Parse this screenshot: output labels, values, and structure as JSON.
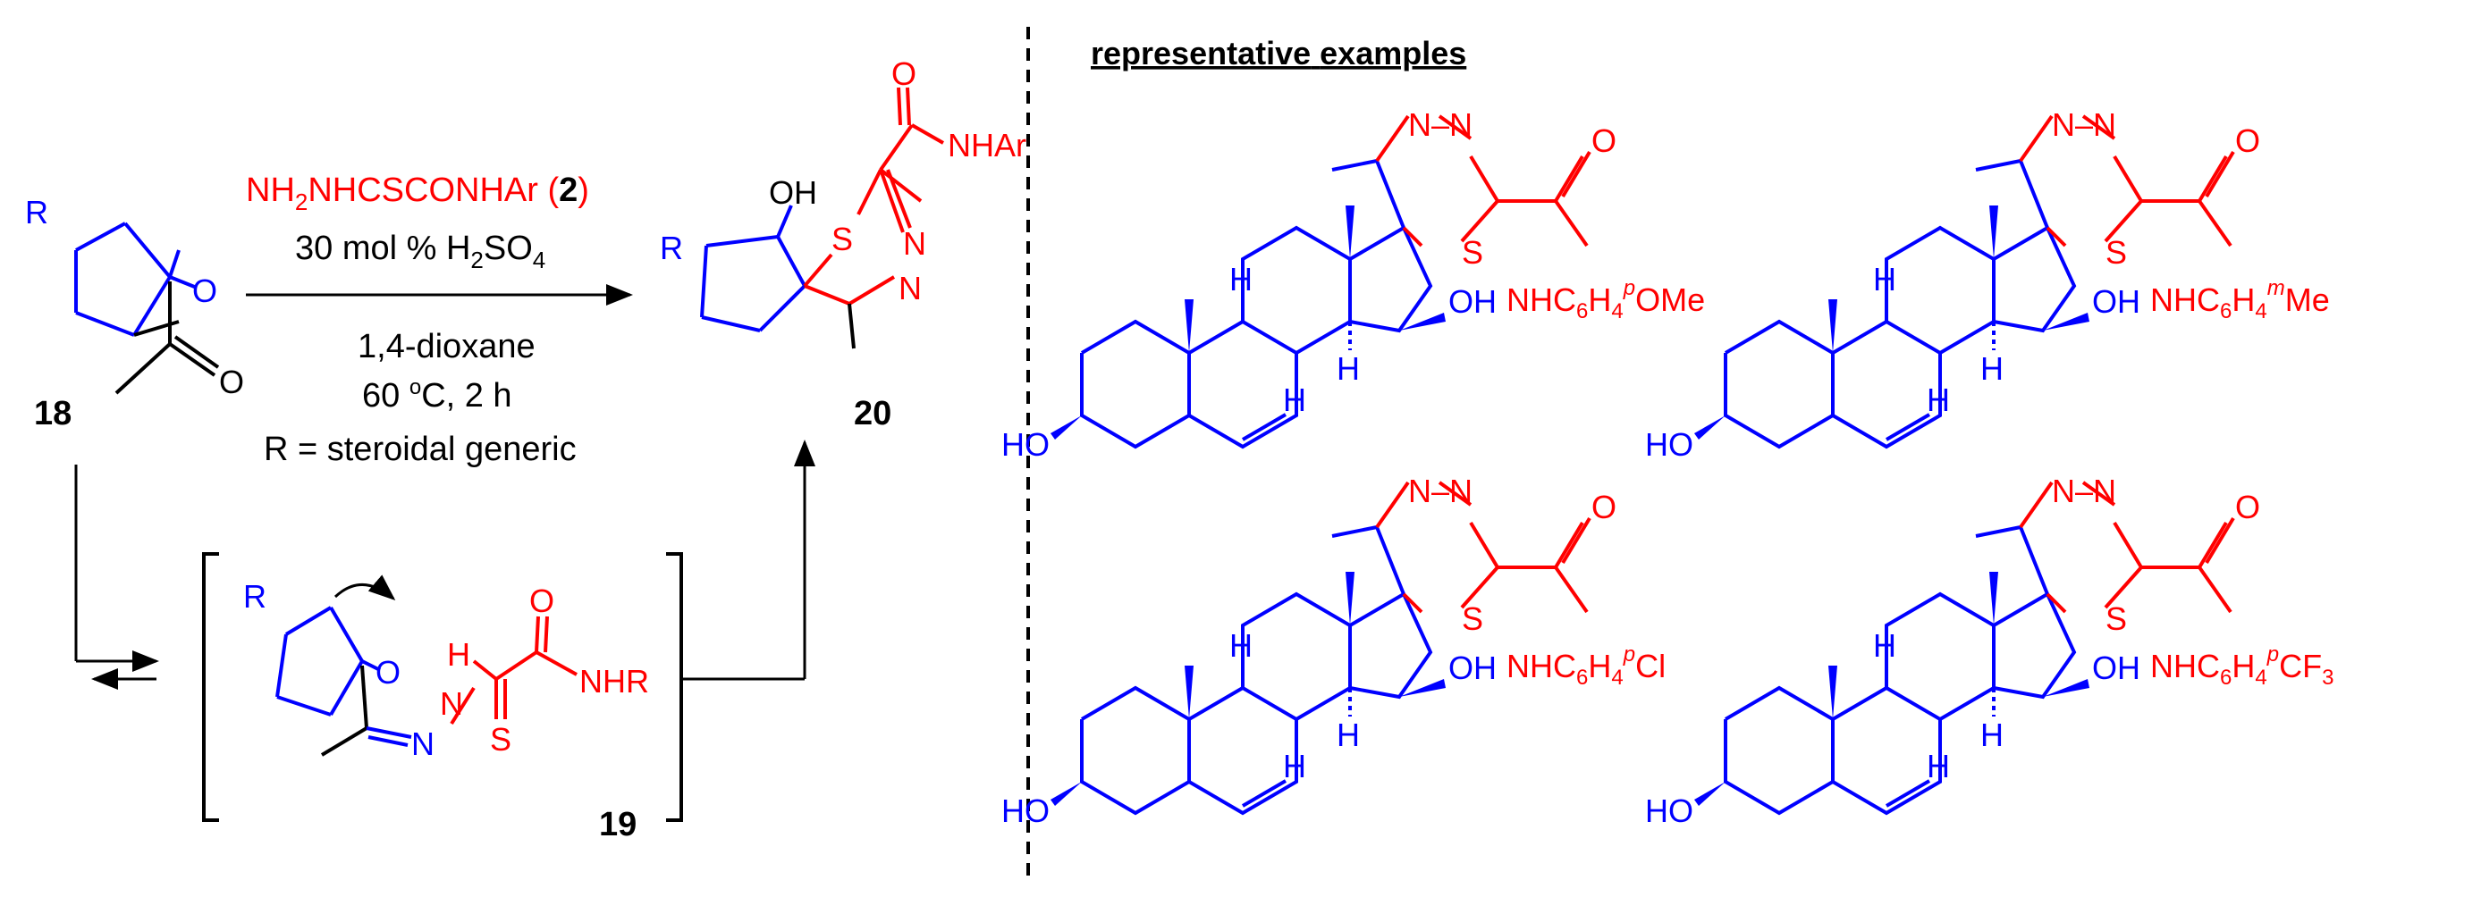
{
  "heading": [
    "representative",
    "examples"
  ],
  "reagent": {
    "line1_a": "NH",
    "line1_sub": "2",
    "line1_b": "NHCSCONHAr (",
    "line1_num": "2",
    "line1_c": ")",
    "line2_a": "30 mol % H",
    "line2_sub1": "2",
    "line2_b": "SO",
    "line2_sub2": "4"
  },
  "conditions": {
    "solvent": "1,4-dioxane",
    "temp_a": "60 ",
    "temp_sup": "o",
    "temp_b": "C, 2 h",
    "note": "R = steroidal generic"
  },
  "compounds": {
    "c18": "18",
    "c19": "19",
    "c20": "20"
  },
  "atoms": {
    "R": "R",
    "O": "O",
    "OH": "OH",
    "S": "S",
    "N": "N",
    "NH": "H",
    "NHAr": "NHAr",
    "NHR": "NHR",
    "NN": "N–N",
    "HO": "HO",
    "H": "H"
  },
  "examples": [
    {
      "a": "NHC",
      "s1": "6",
      "b": "H",
      "s2": "4",
      "sup": "p",
      "c": "OMe"
    },
    {
      "a": "NHC",
      "s1": "6",
      "b": "H",
      "s2": "4",
      "sup": "m",
      "c": "Me"
    },
    {
      "a": "NHC",
      "s1": "6",
      "b": "H",
      "s2": "4",
      "sup": "p",
      "c": "Cl"
    },
    {
      "a": "NHC",
      "s1": "6",
      "b": "H",
      "s2": "4",
      "sup": "p",
      "c": "CF",
      "s3": "3"
    }
  ],
  "colors": {
    "core": "#0000ff",
    "reagent": "#ff0000",
    "ink": "#000000"
  }
}
